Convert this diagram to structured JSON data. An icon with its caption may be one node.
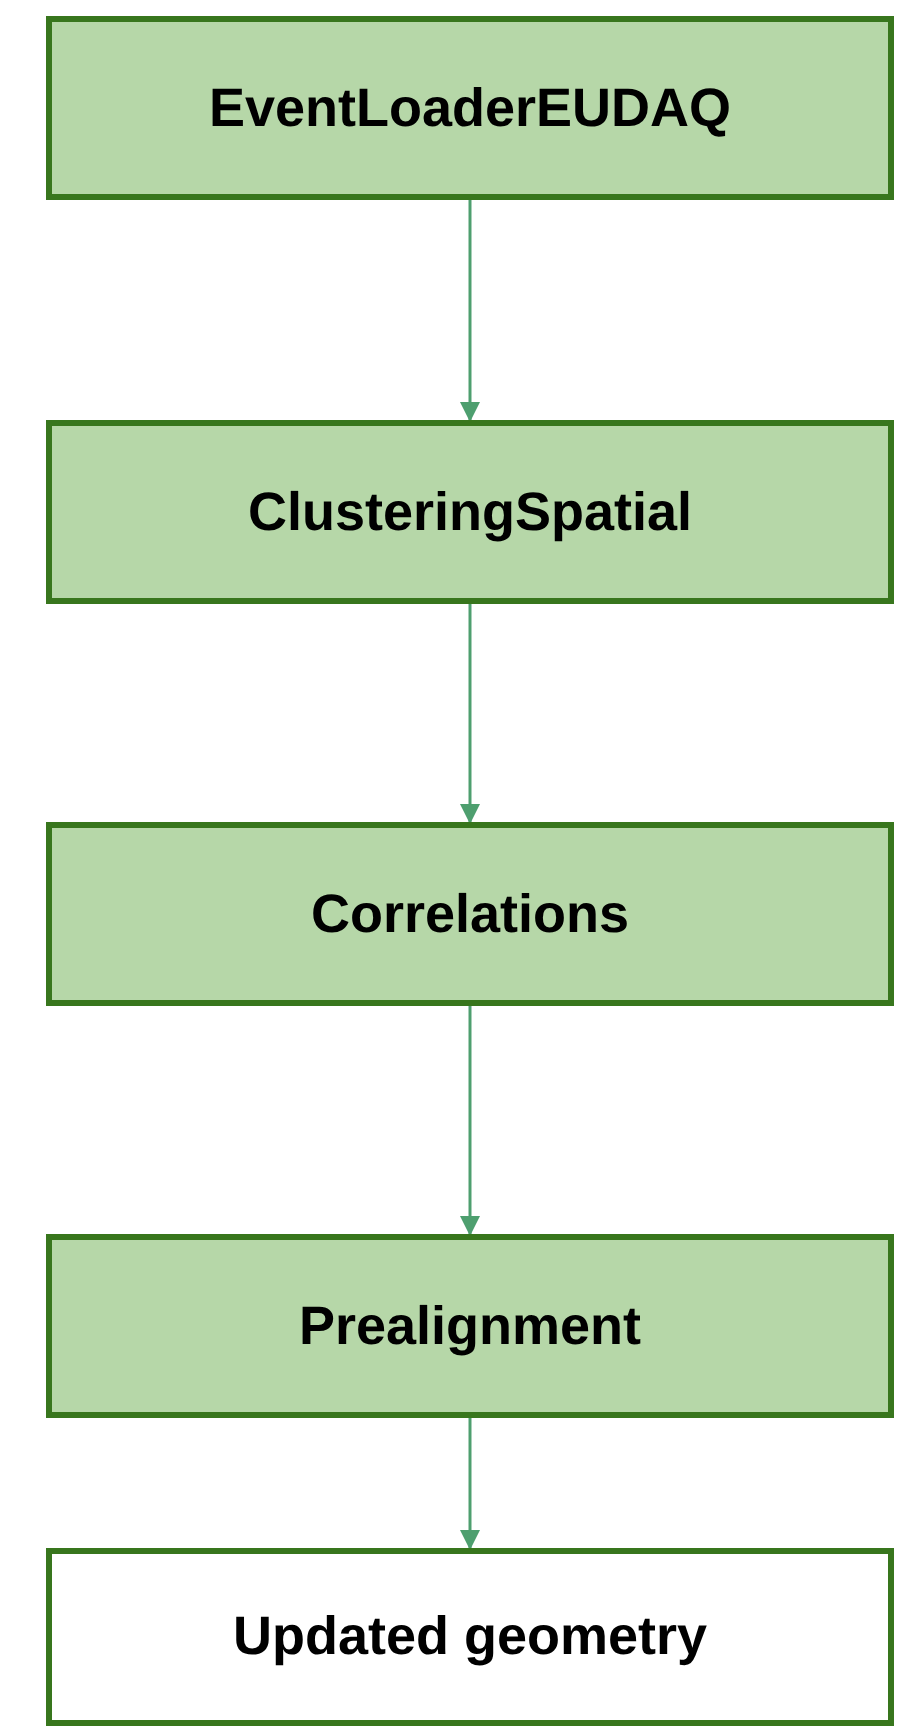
{
  "diagram": {
    "nodes": [
      {
        "text": [
          "EventLoaderEUDAQ"
        ]
      },
      {
        "text": [
          "ClusteringSpatial"
        ]
      },
      {
        "text": [
          "Correlations"
        ]
      },
      {
        "text": [
          "Prealignment"
        ]
      },
      {
        "text": [
          "Updated geometry"
        ]
      }
    ],
    "edges": [
      {
        "from": 0,
        "to": 1,
        "arrow": "to"
      },
      {
        "from": 1,
        "to": 2,
        "arrow": "to"
      },
      {
        "from": 2,
        "to": 3,
        "arrow": "to"
      },
      {
        "from": 3,
        "to": 4,
        "arrow": "to"
      }
    ]
  }
}
